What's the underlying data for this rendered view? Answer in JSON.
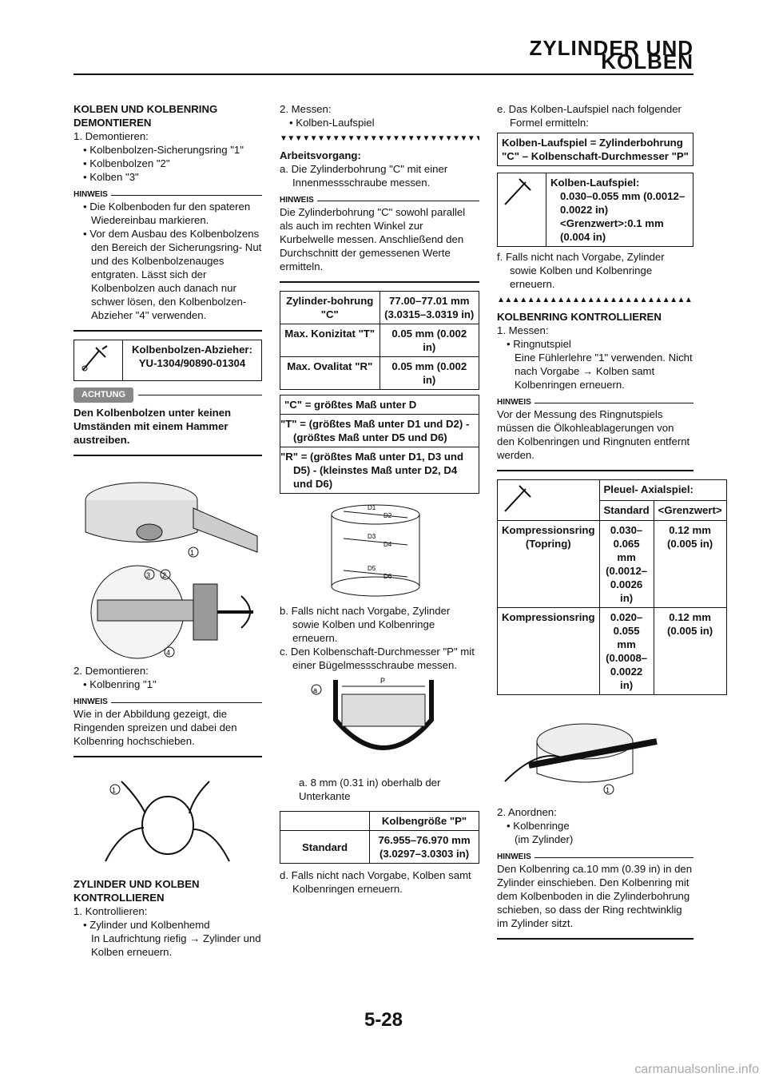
{
  "header": {
    "title": "ZYLINDER UND KOLBEN"
  },
  "page_number": "5-28",
  "watermark": "carmanualsonline.info",
  "col1": {
    "sec1_title": "KOLBEN UND KOLBENRING DEMONTIEREN",
    "s1": "1. Demontieren:",
    "b1": "• Kolbenbolzen-Sicherungsring \"1\"",
    "b2": "• Kolbenbolzen \"2\"",
    "b3": "• Kolben \"3\"",
    "hinweis": "HINWEIS",
    "n1": "• Die Kolbenboden fur den spateren Wiedereinbau markieren.",
    "n2": "• Vor dem Ausbau des Kolbenbolzens den Bereich der Sicherungsring- Nut und des Kolbenbolzenauges entgraten. Lässt sich der Kolbenbolzen auch danach nur schwer lösen, den Kolbenbolzen- Abzieher \"4\" verwenden.",
    "tool": "Kolbenbolzen-Abzieher: YU-1304/90890-01304",
    "achtung": "ACHTUNG",
    "warn": "Den Kolbenbolzen unter keinen Umständen mit einem Hammer austreiben.",
    "s2": "2. Demontieren:",
    "b4": "• Kolbenring \"1\"",
    "n3": "Wie in der Abbildung gezeigt, die Ringenden spreizen und dabei den Kolbenring hochschieben.",
    "sec2_title": "ZYLINDER UND KOLBEN KONTROLLIEREN",
    "s3": "1. Kontrollieren:",
    "b5": "• Zylinder und Kolbenhemd",
    "b5b": "In Laufrichtung riefig → Zylinder und Kolben erneuern."
  },
  "col2": {
    "s1": "2. Messen:",
    "b1": "• Kolben-Laufspiel",
    "arb": "Arbeitsvorgang:",
    "a": "a. Die Zylinderbohrung \"C\" mit einer Innenmessschraube messen.",
    "n1": "Die Zylinderbohrung \"C\" sowohl parallel als auch im rechten Winkel zur Kurbelwelle messen. Anschließend den Durchschnitt der gemessenen Werte ermitteln.",
    "t1": [
      [
        "Zylinder-bohrung \"C\"",
        "77.00–77.01 mm (3.0315–3.0319 in)"
      ],
      [
        "Max. Konizitat \"T\"",
        "0.05 mm (0.002 in)"
      ],
      [
        "Max. Ovalitat \"R\"",
        "0.05 mm (0.002 in)"
      ]
    ],
    "f1": "\"C\" = größtes Maß unter D",
    "f2": "\"T\" = (größtes Maß unter D1 und D2) - (größtes Maß unter D5 und D6)",
    "f3": "\"R\" = (größtes Maß unter D1, D3 und D5) - (kleinstes Maß unter D2, D4 und D6)",
    "b": "b. Falls nicht nach Vorgabe, Zylinder sowie Kolben und Kolbenringe erneuern.",
    "c": "c. Den Kolbenschaft-Durchmesser \"P\" mit einer Bügelmessschraube messen.",
    "a2": "a. 8 mm (0.31 in) oberhalb der Unterkante",
    "t2h": "Kolbengröße \"P\"",
    "t2l": "Standard",
    "t2v": "76.955–76.970 mm (3.0297–3.0303 in)",
    "d": "d. Falls nicht nach Vorgabe, Kolben samt Kolbenringen erneuern."
  },
  "col3": {
    "e": "e. Das Kolben-Laufspiel nach folgender Formel ermitteln:",
    "formula": "Kolben-Laufspiel = Zylinderbohrung \"C\" – Kolbenschaft-Durchmesser \"P\"",
    "spec_h": "Kolben-Laufspiel:",
    "spec_v": "0.030–0.055 mm (0.0012–0.0022 in) <Grenzwert>:0.1 mm (0.004 in)",
    "f": "f. Falls nicht nach Vorgabe, Zylinder sowie Kolben und Kolbenringe erneuern.",
    "sec_title": "KOLBENRING KONTROLLIEREN",
    "s1": "1. Messen:",
    "b1": "• Ringnutspiel",
    "b1b": "Eine Fühlerlehre \"1\" verwenden. Nicht nach Vorgabe → Kolben samt Kolbenringen erneuern.",
    "n1": "Vor der Messung des Ringnutspiels müssen die Ölkohleablagerungen von den Kolbenringen und Ringnuten entfernt werden.",
    "t_h": "Pleuel- Axialspiel:",
    "t_std": "Standard",
    "t_lim": "<Grenzwert>",
    "r1": [
      "Kompressionsring (Topring)",
      "0.030–0.065 mm (0.0012–0.0026 in)",
      "0.12 mm (0.005 in)"
    ],
    "r2": [
      "Kompressionsring",
      "0.020–0.055 mm (0.0008–0.0022 in)",
      "0.12 mm (0.005 in)"
    ],
    "s2": "2. Anordnen:",
    "b2": "• Kolbenringe",
    "b2b": "(im Zylinder)",
    "n2": "Den Kolbenring ca.10 mm (0.39 in) in den Zylinder einschieben. Den Kolbenring mit dem Kolbenboden in die Zylinderbohrung schieben, so dass der Ring rechtwinklig im Zylinder sitzt."
  }
}
